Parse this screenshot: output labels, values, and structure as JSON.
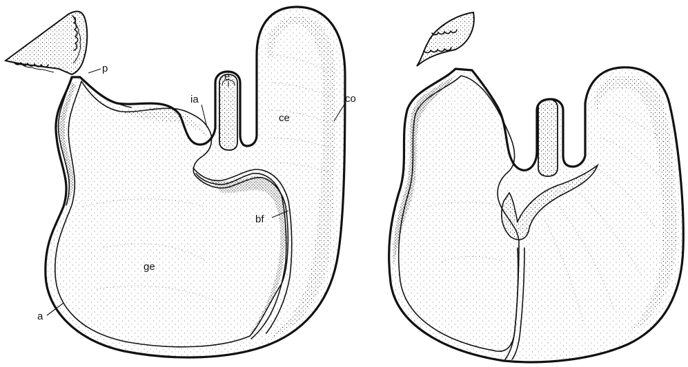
{
  "labels": {
    "p": "p",
    "e": "e",
    "ia": "ia",
    "co": "co",
    "ce": "ce",
    "bf": "bf",
    "ge": "ge",
    "a": "a"
  }
}
